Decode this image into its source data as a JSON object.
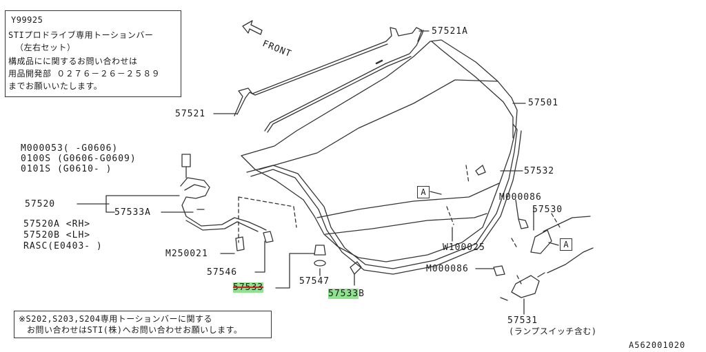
{
  "info_box": {
    "code": "Y99925",
    "line1": "STIプロドライブ専用トーションバー",
    "line2": "（左右セット）",
    "line3": "構成品にに関するお問い合わせは",
    "line4": "用品開発部 ０２７６－２６－２５８９",
    "line5": "までお願いいたします。"
  },
  "front_label": "FRONT",
  "parts": {
    "p57521a": "57521A",
    "p57521": "57521",
    "p57501": "57501",
    "p57532": "57532",
    "m000086_a": "M000086",
    "p57530": "57530",
    "m000053": "M000053(      -G0606)",
    "s0100": "0100S   (G0606-G0609)",
    "s0101": "0101S   (G0610-       )",
    "p57520": "57520",
    "p57533a": "57533A",
    "p57520a": "57520A <RH>",
    "p57520b": "57520B <LH>",
    "rasc": "RASC(E0403-     )",
    "m250021": "M250021",
    "p57546": "57546",
    "p57533_struck": "57533",
    "p57547": "57547",
    "p57533b_num": "57533",
    "p57533b_suffix": "B",
    "w100025": "W100025",
    "m000086_b": "M000086",
    "p57531": "57531",
    "lamp_note": "(ランプスイッチ含む)",
    "ref_a1": "A",
    "ref_a2": "A"
  },
  "bottom_note": {
    "line1": "※S202,S203,S204専用トーションバーに関する",
    "line2": "お問い合わせはSTI(株)へお問い合わせお願いします。"
  },
  "diagram_code": "A562001020",
  "colors": {
    "highlight": "#8fe38f",
    "strike": "#d42020",
    "line": "#333333"
  }
}
